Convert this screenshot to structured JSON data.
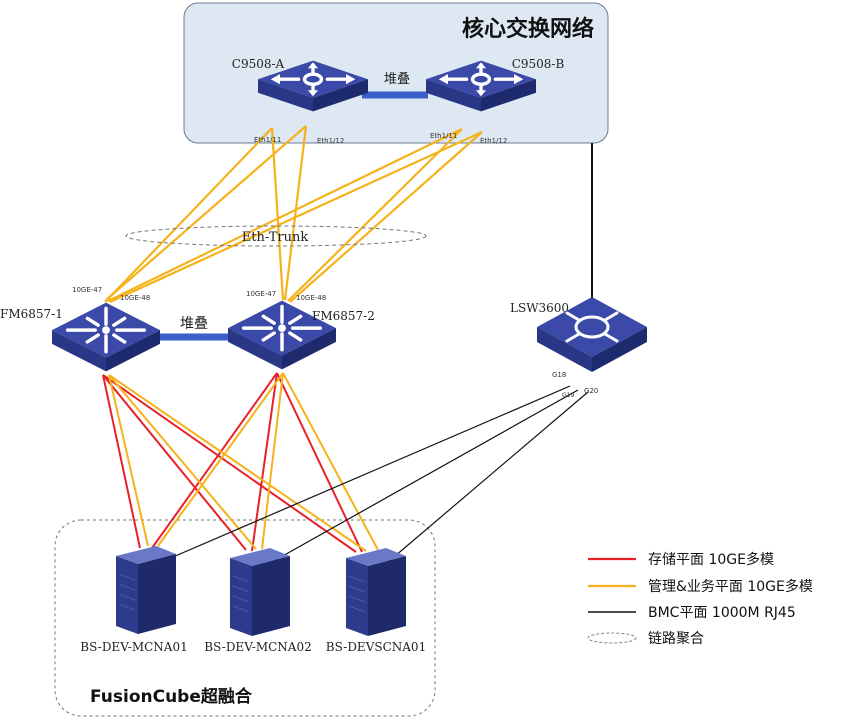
{
  "core": {
    "title": "核心交换网络"
  },
  "cluster": {
    "title": "FusionCube超融合"
  },
  "trunk_label": "Eth-Trunk",
  "devices": {
    "c9508a": {
      "name": "C9508-A",
      "port1": "Eth1/11",
      "port2": "Eth1/12",
      "stack": "堆叠"
    },
    "c9508b": {
      "name": "C9508-B",
      "port1": "Eth1/11",
      "port2": "Eth1/12"
    },
    "fm1": {
      "name": "FM6857-1",
      "port1": "10GE-47",
      "port2": "10GE-48",
      "stack": "堆叠"
    },
    "fm2": {
      "name": "FM6857-2",
      "port1": "10GE-47",
      "port2": "10GE-48"
    },
    "lsw": {
      "name": "LSW3600",
      "port1": "G18",
      "port2": "G19",
      "port3": "G20"
    }
  },
  "servers": [
    {
      "name": "BS-DEV-MCNA01"
    },
    {
      "name": "BS-DEV-MCNA02"
    },
    {
      "name": "BS-DEVSCNA01"
    }
  ],
  "legend": [
    {
      "label": "存储平面  10GE多模",
      "color": "#e8202a"
    },
    {
      "label": "管理&业务平面  10GE多模",
      "color": "#f5b21a"
    },
    {
      "label": "BMC平面   1000M RJ45",
      "color": "#111111"
    },
    {
      "label": "链路聚合",
      "color": "#888888"
    }
  ],
  "colors": {
    "storage": "#e8202a",
    "mgmt": "#f5b21a",
    "bmc": "#111111",
    "stack_link": "#3a5fc8",
    "core_bg": "#dde8f3",
    "switch_top": "#3b4aa8",
    "switch_side": "#242f7a"
  }
}
